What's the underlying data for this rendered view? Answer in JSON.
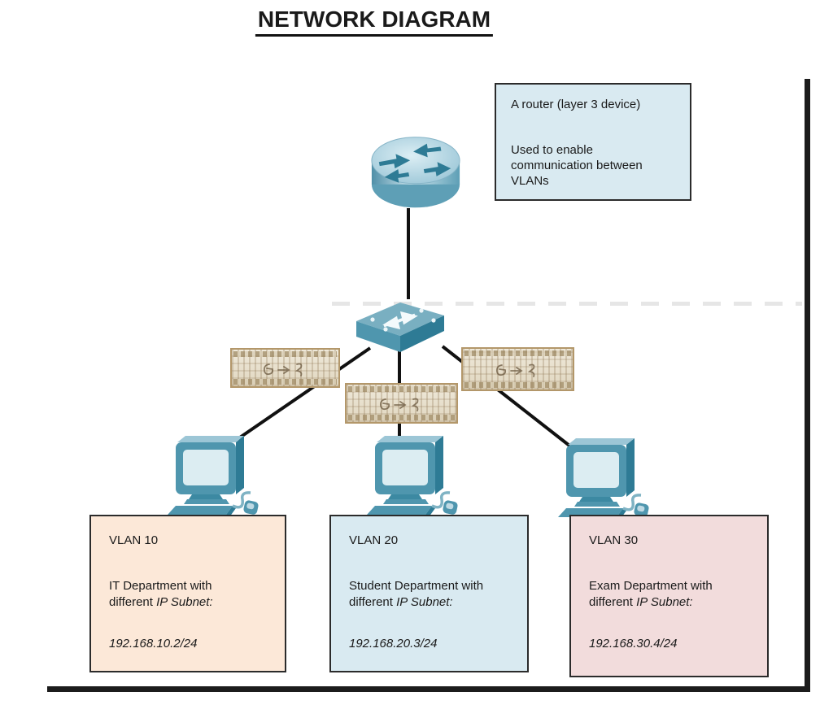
{
  "title": "NETWORK DIAGRAM",
  "router_note": {
    "line1": "A router (layer 3 device)",
    "line2": "Used to enable communication between VLANs"
  },
  "vlans": [
    {
      "name": "VLAN 10",
      "dept_line": "IT Department with",
      "subnet_prefix": "different ",
      "subnet_label": "IP Subnet:",
      "ip": "192.168.10.2/24",
      "bg_color": "#FCE8D8"
    },
    {
      "name": "VLAN 20",
      "dept_line": "Student Department with",
      "subnet_prefix": "different ",
      "subnet_label": "IP Subnet:",
      "ip": "192.168.20.3/24",
      "bg_color": "#D9EAF1"
    },
    {
      "name": "VLAN 30",
      "dept_line": "Exam Department with",
      "subnet_prefix": "different ",
      "subnet_label": "IP Subnet:",
      "ip": "192.168.30.4/24",
      "bg_color": "#F2DCDC"
    }
  ],
  "icons": {
    "router": "router-icon",
    "switch": "switch-icon",
    "pc": "pc-icon",
    "cable_label": "cable-label-image"
  },
  "colors": {
    "device_teal": "#4F96AE",
    "device_teal_light": "#9CC6D6",
    "device_teal_dark": "#2E7B95",
    "screen": "#DCEDF2",
    "note_bg": "#D9EAF1",
    "vlan10_bg": "#FCE8D8",
    "vlan20_bg": "#D9EAF1",
    "vlan30_bg": "#F2DCDC",
    "line": "#111111",
    "border": "#1C1C1C",
    "label_frame": "#B3976A"
  }
}
